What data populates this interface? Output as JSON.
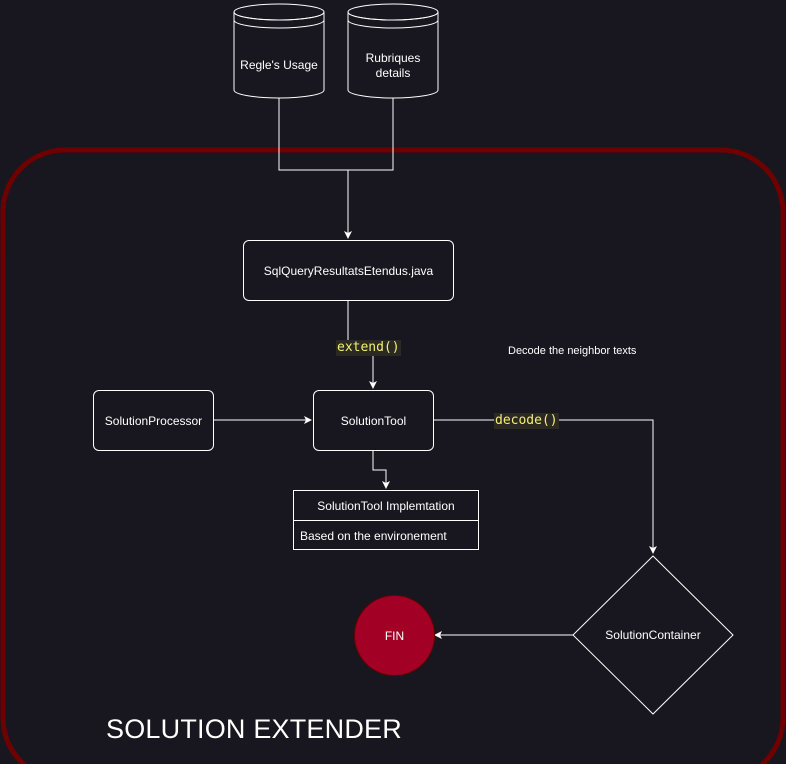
{
  "diagram": {
    "container": {
      "title": "SOLUTION EXTENDER",
      "border_color": "#6f0000"
    },
    "databases": [
      {
        "id": "db-regles",
        "label": "Regle's Usage"
      },
      {
        "id": "db-rubriques",
        "label": "Rubriques details"
      }
    ],
    "nodes": {
      "sql_query": "SqlQueryResultatsEtendus.java",
      "solution_processor": "SolutionProcessor",
      "solution_tool": "SolutionTool",
      "solution_container": "SolutionContainer",
      "fin": "FIN"
    },
    "implementation_table": {
      "header": "SolutionTool Implemtation",
      "rows": [
        "Based on the environement"
      ]
    },
    "edge_labels": {
      "extend": "extend()",
      "decode": "decode()"
    },
    "note": "Decode the neighbor texts",
    "colors": {
      "background": "#18161e",
      "stroke": "#ffffff",
      "fin_fill": "#a20025",
      "code_label": "#f5ed7a"
    }
  }
}
